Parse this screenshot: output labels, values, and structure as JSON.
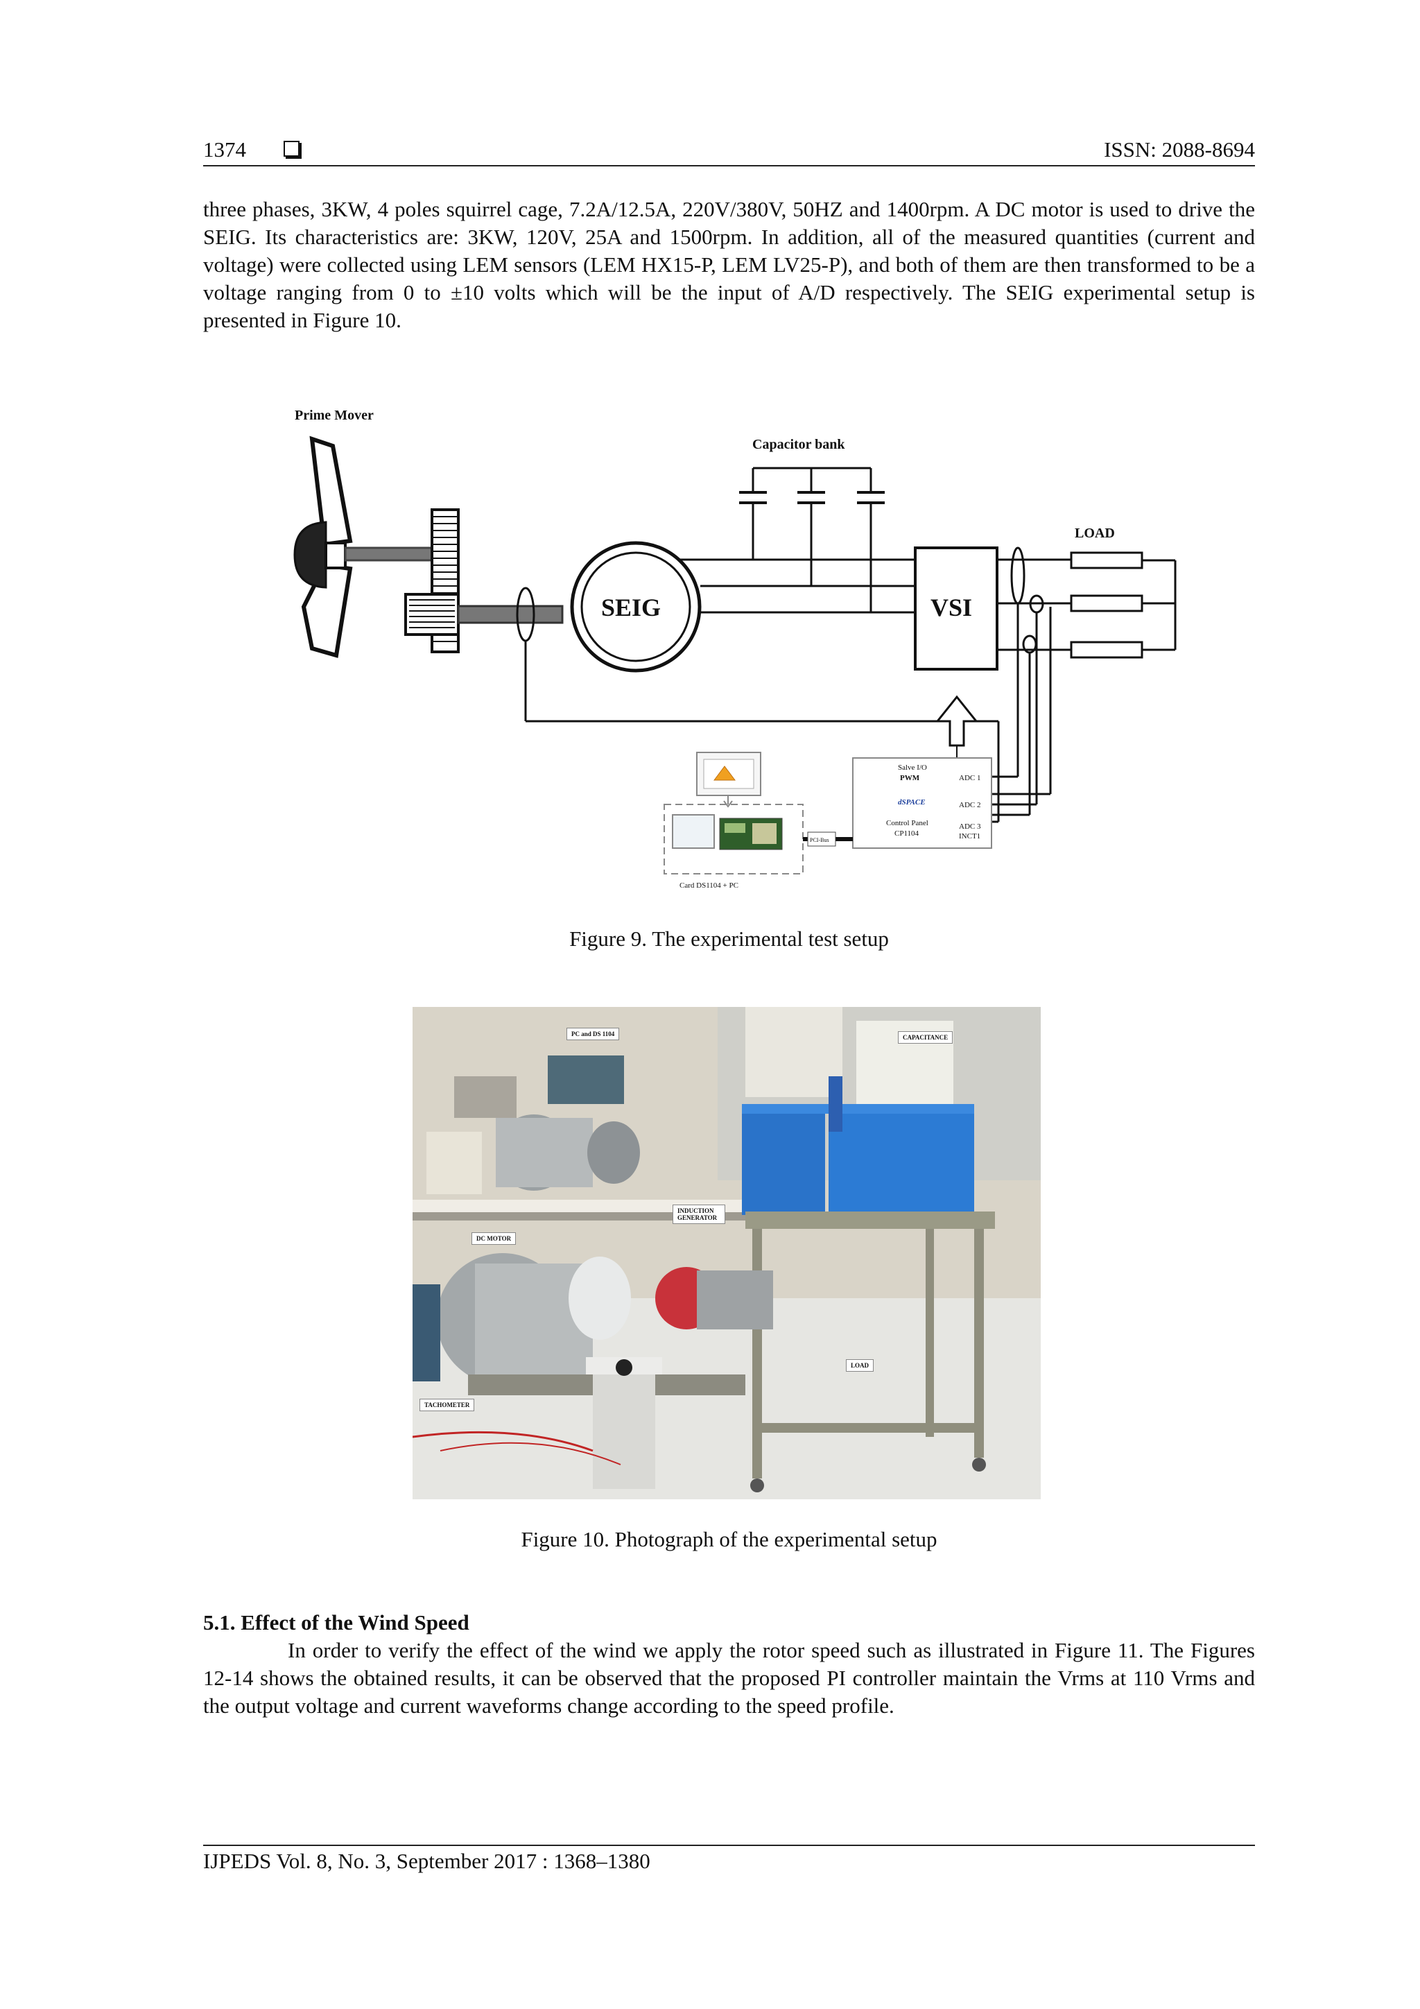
{
  "header": {
    "page_number": "1374",
    "issn": "ISSN: 2088-8694"
  },
  "intro_paragraph": "three phases, 3KW, 4 poles squirrel cage, 7.2A/12.5A, 220V/380V, 50HZ and 1400rpm. A DC motor is used to drive the SEIG. Its characteristics are: 3KW, 120V, 25A and 1500rpm.  In addition, all of the measured quantities (current and voltage) were collected using LEM sensors (LEM HX15-P, LEM LV25-P), and both of them are then transformed to be a voltage ranging from 0 to ±10 volts which will be the input of A/D respectively. The SEIG experimental setup is presented in Figure 10.",
  "figure9": {
    "caption": "Figure 9. The experimental test setup",
    "labels": {
      "prime_mover": "Prime Mover",
      "capacitor_bank": "Capacitor bank",
      "load": "LOAD",
      "seig": "SEIG",
      "vsi": "VSI",
      "slave_io": "Salve I/O",
      "pwm": "PWM",
      "adc1": "ADC 1",
      "adc2": "ADC 2",
      "adc3": "ADC 3",
      "inct1": "INCT1",
      "dspace": "dSPACE",
      "control_panel": "Control Panel",
      "cp1104": "CP1104",
      "cable": "PCI-Bus",
      "card": "Card DS1104 + PC"
    }
  },
  "figure10": {
    "caption": "Figure 10. Photograph of the experimental setup",
    "labels": {
      "pc": "PC and DS 1104",
      "capacitance": "CAPACITANCE",
      "induction_generator": "INDUCTION GENERATOR",
      "dc_motor": "DC MOTOR",
      "load": "LOAD",
      "tachometer": "TACHOMETER"
    }
  },
  "section": {
    "title": "5.1. Effect of the Wind Speed",
    "paragraph": "In order to verify the effect of the wind we apply the rotor speed such as illustrated in Figure 11. The Figures 12-14 shows the obtained results, it can be observed that the proposed PI controller maintain the Vrms at 110 Vrms and the output voltage and current waveforms change according to the speed profile."
  },
  "footer": "IJPEDS Vol. 8, No. 3, September 2017 : 1368–1380"
}
